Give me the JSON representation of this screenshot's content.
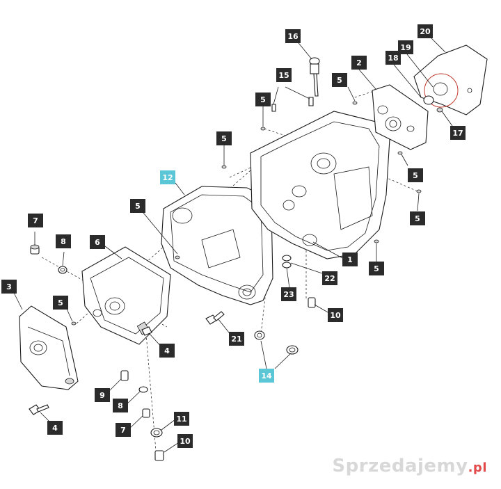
{
  "labels": {
    "l1": "1",
    "l2": "2",
    "l3": "3",
    "l4a": "4",
    "l4b": "4",
    "l5a": "5",
    "l5b": "5",
    "l5c": "5",
    "l5d": "5",
    "l5e": "5",
    "l5f": "5",
    "l5g": "5",
    "l5h": "5",
    "l6": "6",
    "l7a": "7",
    "l7b": "7",
    "l8a": "8",
    "l8b": "8",
    "l9": "9",
    "l10a": "10",
    "l10b": "10",
    "l11": "11",
    "l12": "12",
    "l14": "14",
    "l15": "15",
    "l16": "16",
    "l17": "17",
    "l18": "18",
    "l19": "19",
    "l20": "20",
    "l21": "21",
    "l22": "22",
    "l23": "23"
  },
  "colors": {
    "label_bg": "#2b2b2b",
    "highlight_bg": "#5bc7d6",
    "circle": "#c0392b"
  },
  "watermark": {
    "text": "Sprzedajemy",
    "suffix": ".pl"
  }
}
